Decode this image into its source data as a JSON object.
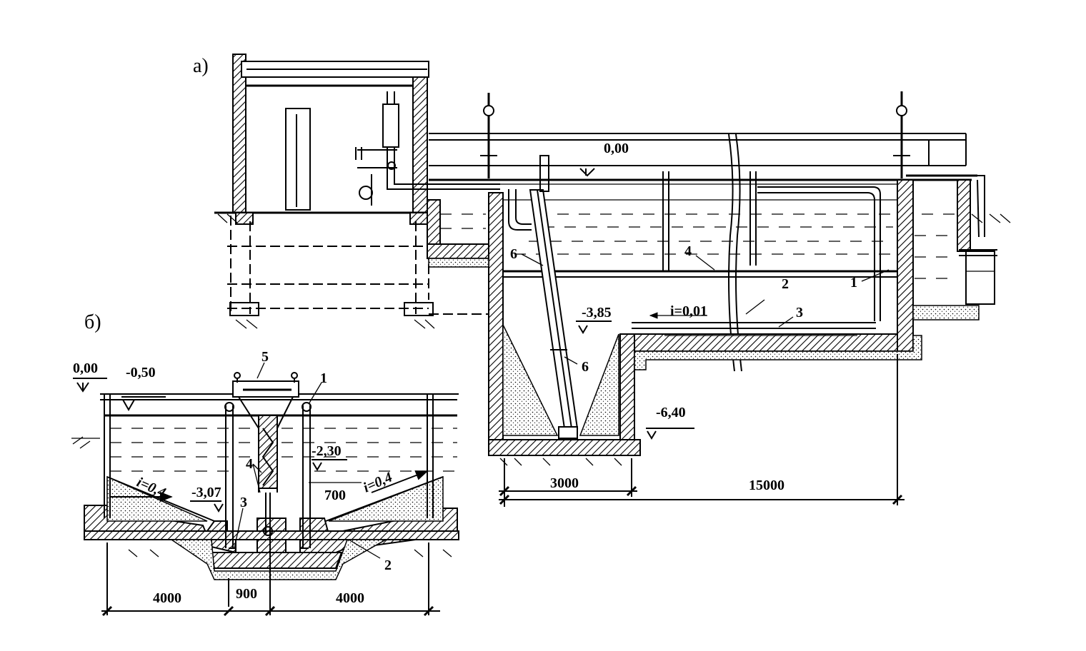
{
  "view_a": {
    "caption": "а)",
    "labels": {
      "level_top": "0,00",
      "level_bottom_tray": "-3,85",
      "level_pit": "-6,40",
      "slope": "i=0,01",
      "dim_pit": "3000",
      "dim_length": "15000",
      "item_1": "1",
      "item_2": "2",
      "item_3": "3",
      "item_4": "4",
      "item_6a": "6",
      "item_6b": "6"
    }
  },
  "view_b": {
    "caption": "б)",
    "labels": {
      "level_ground": "0,00",
      "level_water": "-0,50",
      "level_mid": "-2,30",
      "level_low": "-3,07",
      "slope_left": "i=0,4",
      "slope_right": "i=0,4",
      "dim_700": "700",
      "dim_left": "4000",
      "dim_center": "900",
      "dim_right": "4000",
      "item_1": "1",
      "item_2": "2",
      "item_3": "3",
      "item_4": "4",
      "item_5": "5"
    }
  }
}
